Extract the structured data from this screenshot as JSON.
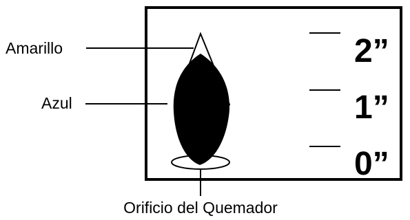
{
  "labels": {
    "yellow": "Amarillo",
    "blue": "Azul",
    "burner_port": "Orificio del Quemador"
  },
  "scale": [
    {
      "label": "2”"
    },
    {
      "label": "1”"
    },
    {
      "label": "0”"
    }
  ],
  "colors": {
    "ink": "#000000",
    "paper": "#ffffff"
  }
}
